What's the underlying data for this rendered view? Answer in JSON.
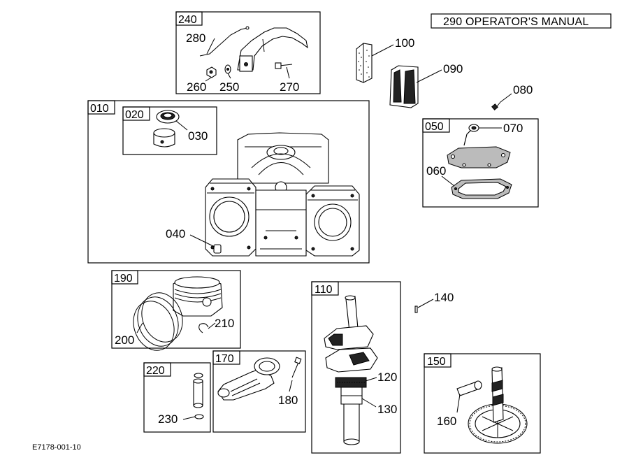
{
  "header": {
    "title": "290 OPERATOR'S MANUAL"
  },
  "reference_code": "E7178-001-10",
  "groups": {
    "g240": "240",
    "g010": "010",
    "g020": "020",
    "g050": "050",
    "g190": "190",
    "g110": "110",
    "g170": "170",
    "g220": "220",
    "g150": "150"
  },
  "callouts": {
    "c280": "280",
    "c260": "260",
    "c250": "250",
    "c270": "270",
    "c030": "030",
    "c040": "040",
    "c100": "100",
    "c090": "090",
    "c080": "080",
    "c070": "070",
    "c060": "060",
    "c200": "200",
    "c210": "210",
    "c140": "140",
    "c120": "120",
    "c130": "130",
    "c180": "180",
    "c230": "230",
    "c160": "160"
  }
}
